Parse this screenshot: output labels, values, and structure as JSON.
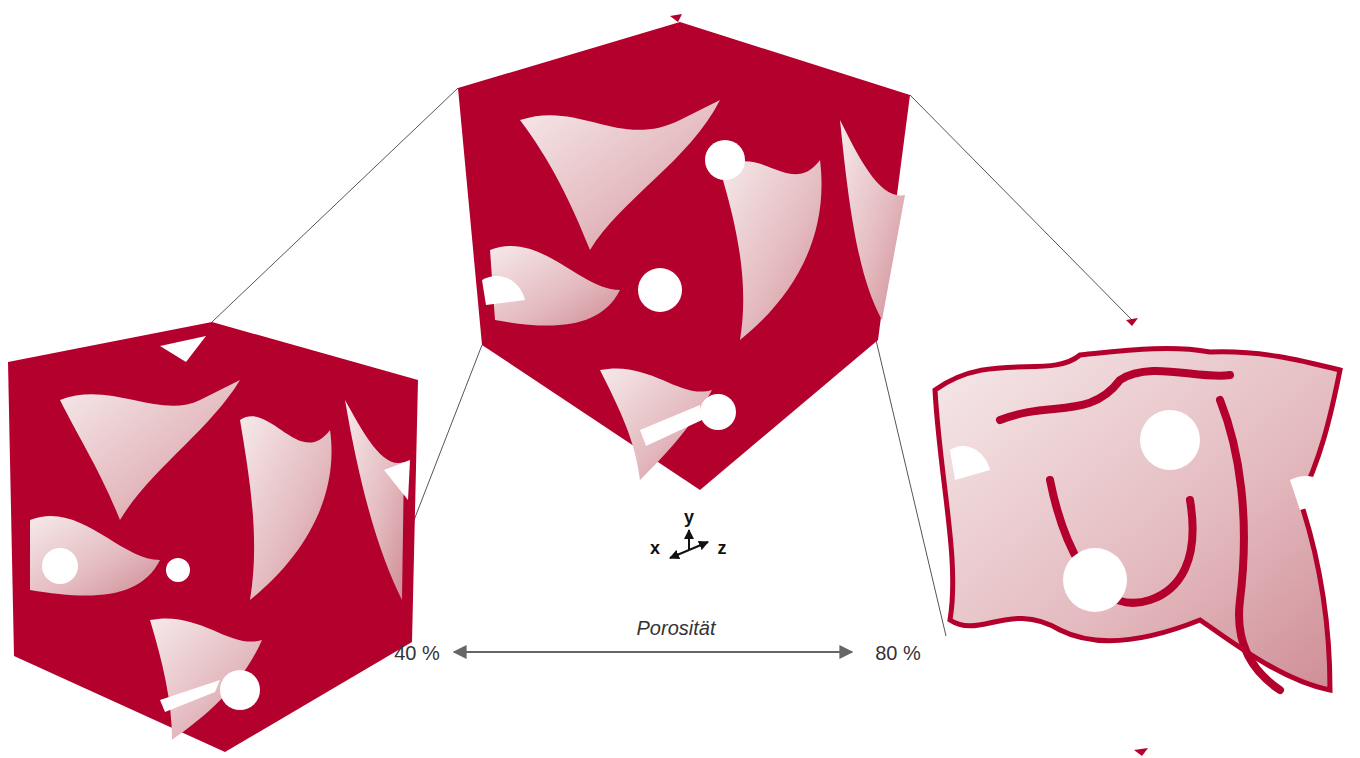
{
  "diagram": {
    "labels": [
      "y",
      "x",
      "z",
      "40 %",
      "Porosität",
      "80 %"
    ]
  }
}
